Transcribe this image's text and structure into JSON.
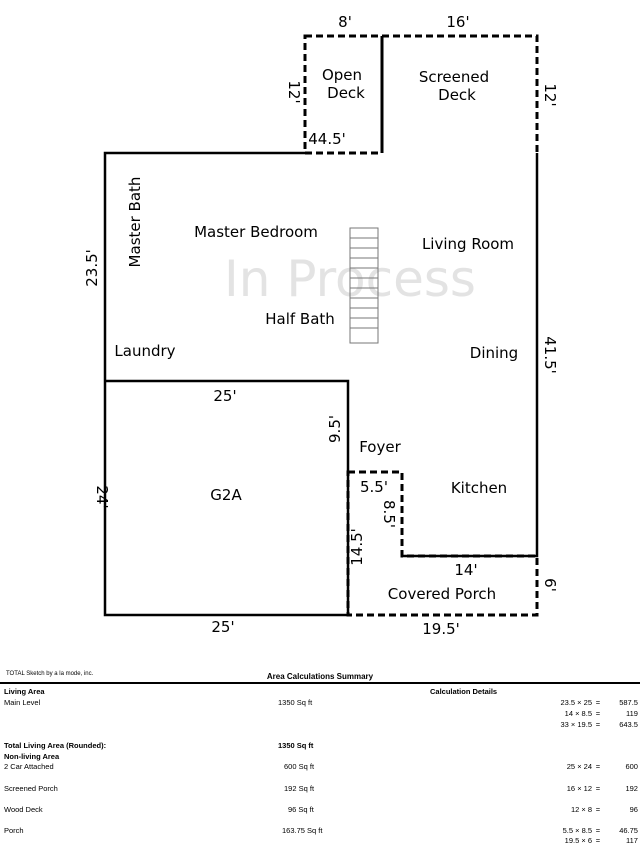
{
  "plan": {
    "rooms": {
      "open_deck": [
        "Open",
        "Deck"
      ],
      "screened_deck": [
        "Screened",
        "Deck"
      ],
      "master_bath": "Master Bath",
      "master_bedroom": "Master Bedroom",
      "living_room": "Living Room",
      "half_bath": "Half Bath",
      "laundry": "Laundry",
      "dining": "Dining",
      "foyer": "Foyer",
      "g2a": "G2A",
      "kitchen": "Kitchen",
      "covered_porch": "Covered Porch"
    },
    "dimensions": {
      "open_deck_top": "8'",
      "screened_deck_top": "16'",
      "open_deck_left": "12'",
      "screened_deck_right": "12'",
      "deck_bottom": "44.5'",
      "main_left": "23.5'",
      "main_right": "41.5'",
      "garage_top": "25'",
      "foyer_left": "9.5'",
      "porch_notch_top": "5.5'",
      "porch_notch_right": "8.5'",
      "garage_left": "24'",
      "porch_left": "14.5'",
      "porch_top": "14'",
      "porch_right": "6'",
      "garage_bottom": "25'",
      "porch_bottom": "19.5'"
    },
    "watermark": "In Process"
  },
  "summary": {
    "brand": "TOTAL Sketch by a la mode, inc.",
    "title": "Area Calculations Summary",
    "living_area": {
      "heading": "Living Area",
      "details_heading": "Calculation Details",
      "row_label": "Main Level",
      "row_value": "1350 Sq ft",
      "calcs": [
        {
          "expr": "23.5 × 25",
          "result": "587.5"
        },
        {
          "expr": "14 × 8.5",
          "result": "119"
        },
        {
          "expr": "33 × 19.5",
          "result": "643.5"
        }
      ]
    },
    "total": {
      "label": "Total Living Area (Rounded):",
      "value": "1350 Sq ft"
    },
    "non_living": {
      "heading": "Non-living Area",
      "rows": [
        {
          "label": "2 Car Attached",
          "value": "600 Sq ft",
          "calcs": [
            {
              "expr": "25 × 24",
              "result": "600"
            }
          ]
        },
        {
          "label": "Screened Porch",
          "value": "192 Sq ft",
          "calcs": [
            {
              "expr": "16 × 12",
              "result": "192"
            }
          ]
        },
        {
          "label": "Wood Deck",
          "value": "96 Sq ft",
          "calcs": [
            {
              "expr": "12 × 8",
              "result": "96"
            }
          ]
        },
        {
          "label": "Porch",
          "value": "163.75 Sq ft",
          "calcs": [
            {
              "expr": "5.5 × 8.5",
              "result": "46.75"
            },
            {
              "expr": "19.5 × 6",
              "result": "117"
            }
          ]
        }
      ]
    }
  }
}
